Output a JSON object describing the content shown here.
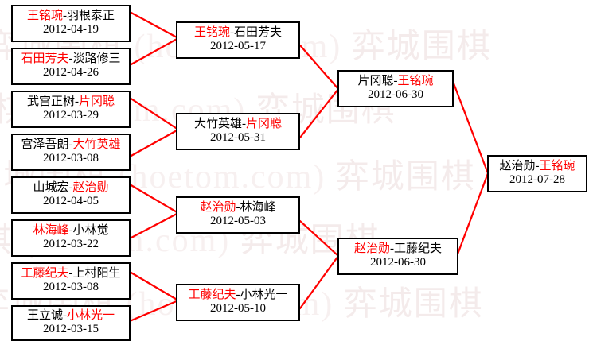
{
  "diagram": {
    "type": "tournament-bracket",
    "title": "",
    "line_color": "#ff0000",
    "box_border_color": "#000000",
    "winner_color": "#ff0000",
    "loser_color": "#000000",
    "background": "#ffffff"
  },
  "watermark": {
    "text_cn": "弈城围棋",
    "text_en": "(hoetom.com)",
    "full": "弈城围棋 (hoetom.com)",
    "color": "#a05050"
  },
  "rounds": [
    {
      "name": "round-1",
      "matches": [
        {
          "id": "r1m1",
          "winner": "王铭琬",
          "sep": "-",
          "loser": "羽根泰正",
          "winner_side": "left",
          "date": "2012-04-19"
        },
        {
          "id": "r1m2",
          "winner": "石田芳夫",
          "sep": "-",
          "loser": "淡路修三",
          "winner_side": "left",
          "date": "2012-04-26"
        },
        {
          "id": "r1m3",
          "winner": "片冈聪",
          "sep": "-",
          "loser": "武宫正树",
          "winner_side": "right",
          "date": "2012-03-29"
        },
        {
          "id": "r1m4",
          "winner": "大竹英雄",
          "sep": "-",
          "loser": "宫泽吾朗",
          "winner_side": "right",
          "date": "2012-03-08"
        },
        {
          "id": "r1m5",
          "winner": "赵治勋",
          "sep": "-",
          "loser": "山城宏",
          "winner_side": "right",
          "date": "2012-04-05"
        },
        {
          "id": "r1m6",
          "winner": "林海峰",
          "sep": "-",
          "loser": "小林觉",
          "winner_side": "left",
          "date": "2012-03-22"
        },
        {
          "id": "r1m7",
          "winner": "工藤纪夫",
          "sep": "-",
          "loser": "上村阳生",
          "winner_side": "left",
          "date": "2012-03-08"
        },
        {
          "id": "r1m8",
          "winner": "小林光一",
          "sep": "-",
          "loser": "王立诚",
          "winner_side": "right",
          "date": "2012-03-15"
        }
      ]
    },
    {
      "name": "round-2",
      "matches": [
        {
          "id": "r2m1",
          "winner": "王铭琬",
          "sep": "-",
          "loser": "石田芳夫",
          "winner_side": "left",
          "date": "2012-05-17"
        },
        {
          "id": "r2m2",
          "winner": "片冈聪",
          "sep": "-",
          "loser": "大竹英雄",
          "winner_side": "right",
          "date": "2012-05-31"
        },
        {
          "id": "r2m3",
          "winner": "赵治勋",
          "sep": "-",
          "loser": "林海峰",
          "winner_side": "left",
          "date": "2012-05-03"
        },
        {
          "id": "r2m4",
          "winner": "工藤纪夫",
          "sep": "-",
          "loser": "小林光一",
          "winner_side": "left",
          "date": "2012-05-10"
        }
      ]
    },
    {
      "name": "semifinal",
      "matches": [
        {
          "id": "r3m1",
          "winner": "王铭琬",
          "sep": "-",
          "loser": "片冈聪",
          "winner_side": "right",
          "date": "2012-06-30"
        },
        {
          "id": "r3m2",
          "winner": "赵治勋",
          "sep": "-",
          "loser": "工藤纪夫",
          "winner_side": "left",
          "date": "2012-06-30"
        }
      ]
    },
    {
      "name": "final",
      "matches": [
        {
          "id": "r4m1",
          "winner": "王铭琬",
          "sep": "-",
          "loser": "赵治勋",
          "winner_side": "right",
          "date": "2012-07-28"
        }
      ]
    }
  ]
}
